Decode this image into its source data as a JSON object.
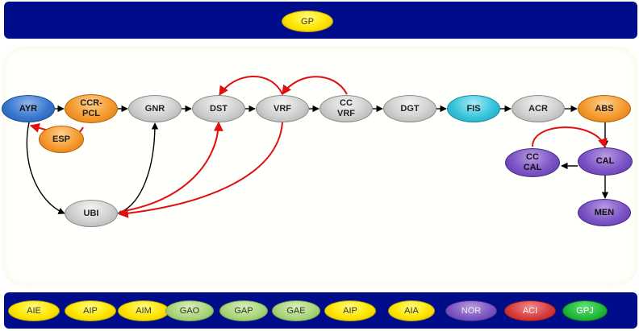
{
  "header": {
    "badge": "GP"
  },
  "nodes": {
    "ayr": "AYR",
    "ccr_pcl": "CCR-\nPCL",
    "esp": "ESP",
    "gnr": "GNR",
    "dst": "DST",
    "vrf": "VRF",
    "cc_vrf": "CC\nVRF",
    "dgt": "DGT",
    "fis": "FIS",
    "acr": "ACR",
    "abs": "ABS",
    "cal": "CAL",
    "cc_cal": "CC\nCAL",
    "men": "MEN",
    "ubi": "UBI"
  },
  "legend": [
    {
      "label": "AIE",
      "color": "yellow"
    },
    {
      "label": "AIP",
      "color": "yellow"
    },
    {
      "label": "AIM",
      "color": "yellow"
    },
    {
      "label": "GAO",
      "color": "lgreen"
    },
    {
      "label": "GAP",
      "color": "lgreen"
    },
    {
      "label": "GAE",
      "color": "lgreen"
    },
    {
      "label": "AIP",
      "color": "yellow"
    },
    {
      "label": "AIA",
      "color": "yellow"
    },
    {
      "label": "NOR",
      "color": "purple"
    },
    {
      "label": "ACI",
      "color": "red"
    },
    {
      "label": "GPJ",
      "color": "green"
    }
  ],
  "colors": {
    "bar": "#000d8a",
    "edge_black": "#000000",
    "edge_red": "#e01010"
  }
}
